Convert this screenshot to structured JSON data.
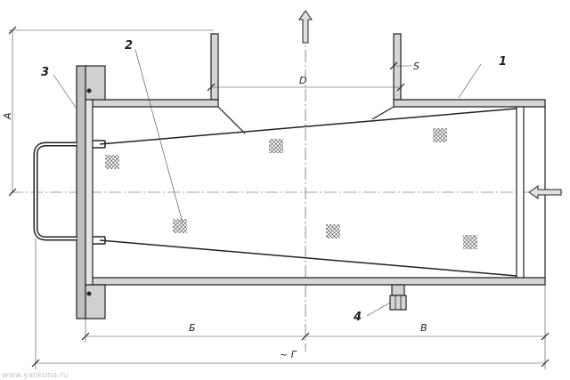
{
  "labels": {
    "callout_1": "1",
    "callout_2": "2",
    "callout_3": "3",
    "callout_4": "4"
  },
  "dimensions": {
    "a": "A",
    "d": "D",
    "s": "S",
    "b": "Б",
    "v": "В",
    "g": "~ Г"
  },
  "watermark": "www.yankona.ru",
  "colors": {
    "line": "#222222",
    "flange_fill": "#c0c0c0",
    "wall_fill": "#d6d6d6",
    "mesh": "#333333",
    "arrow_fill": "#e0e0e0"
  },
  "icons": {
    "outlet_arrow": "arrow-up-icon",
    "inlet_arrow": "arrow-left-icon",
    "mesh_mark": "mesh-pattern-icon"
  }
}
